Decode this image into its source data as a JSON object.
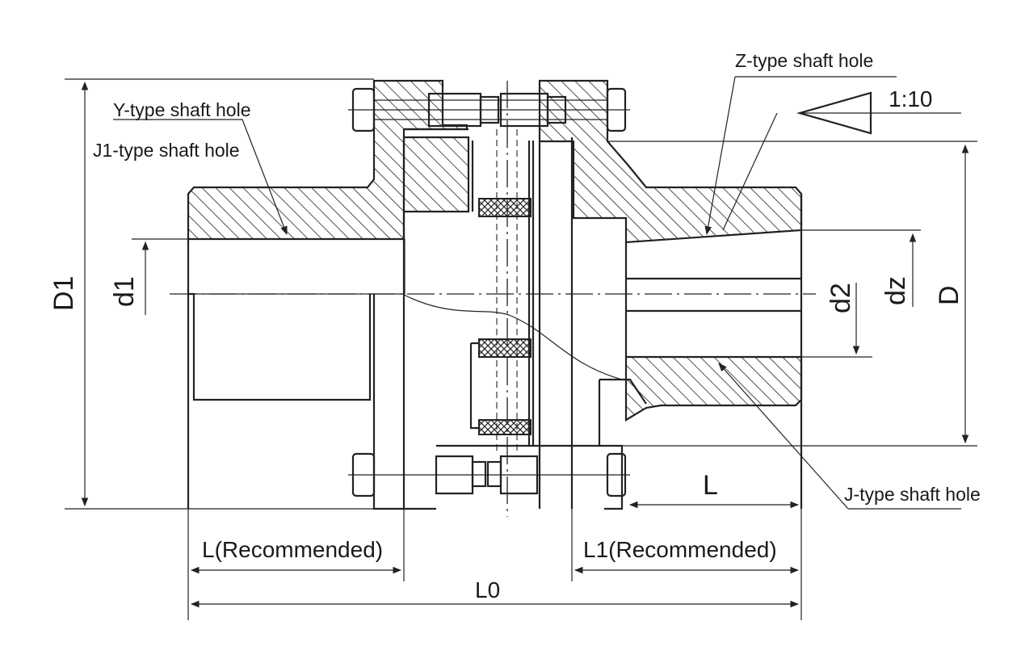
{
  "labels": {
    "y_type": "Y-type shaft hole",
    "j1_type": "J1-type shaft hole",
    "z_type": "Z-type shaft hole",
    "j_type": "J-type shaft hole",
    "taper": "1:10",
    "d1_dim": "D1",
    "d1_small": "d1",
    "d2": "d2",
    "dz": "dz",
    "D": "D",
    "L_right": "L",
    "L_rec": "L(Recommended)",
    "L1_rec": "L1(Recommended)",
    "L0": "L0"
  }
}
